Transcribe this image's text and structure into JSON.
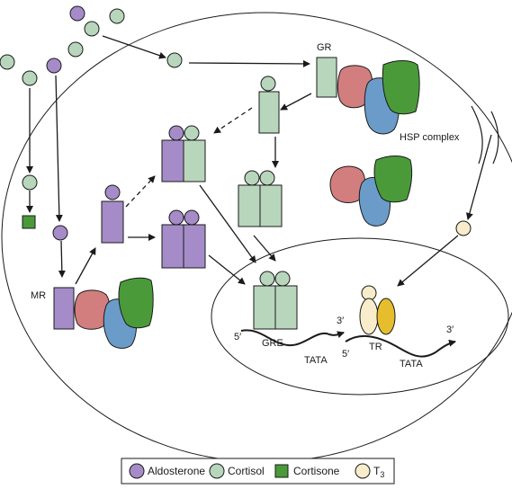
{
  "labels": {
    "gr": "GR",
    "mr": "MR",
    "hsp_complex": "HSP complex",
    "gre": "GRE",
    "tr": "TR",
    "tata_left": "TATA",
    "tata_right": "TATA",
    "five_prime_left": "5′",
    "three_prime_left": "3′",
    "five_prime_right": "5′",
    "three_prime_right": "3′"
  },
  "legend": [
    {
      "label": "Aldosterone",
      "color": "#a58cc8",
      "shape": "circle"
    },
    {
      "label": "Cortisol",
      "color": "#b8d6bc",
      "shape": "circle"
    },
    {
      "label": "Cortisone",
      "color": "#4a9a3a",
      "shape": "square"
    },
    {
      "label": "T",
      "sub": "3",
      "color": "#f8eccb",
      "shape": "circle"
    }
  ],
  "colors": {
    "aldosterone": "#a58cc8",
    "cortisol": "#b8d6bc",
    "cortisone": "#4a9a3a",
    "t3": "#f8eccb",
    "gr_receptor": "#b8d6bc",
    "mr_receptor": "#a58cc8",
    "hsp_red": "#d27e7e",
    "hsp_blue": "#6b9cc9",
    "hsp_green": "#4a9a3a",
    "tr_left": "#f8eccb",
    "tr_right": "#e6bd2c"
  }
}
